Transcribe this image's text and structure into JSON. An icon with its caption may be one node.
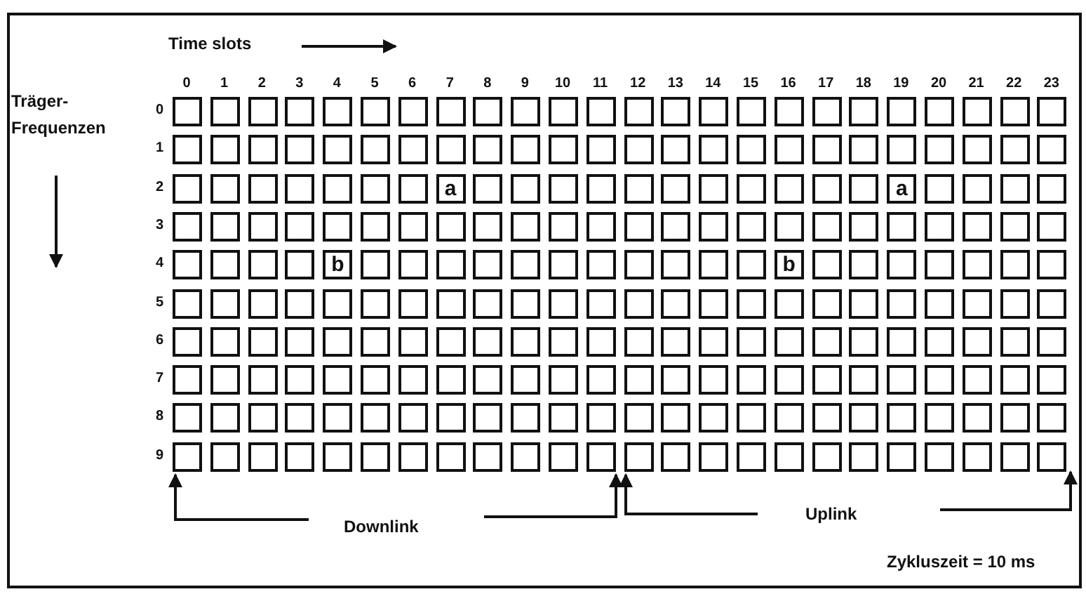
{
  "diagram": {
    "labels": [
      "Time slots",
      "0",
      "1",
      "2",
      "3",
      "4",
      "5",
      "6",
      "7",
      "8",
      "9",
      "10",
      "11",
      "12",
      "13",
      "14",
      "15",
      "16",
      "17",
      "18",
      "19",
      "20",
      "21",
      "22",
      "23",
      "Träger-Frequenzen",
      "0",
      "1",
      "2",
      "a",
      "a",
      "3",
      "4",
      "b",
      "b",
      "5",
      "6",
      "7",
      "8",
      "9",
      "Downlink",
      "Uplink",
      "Zykluszeit = 10 ms"
    ]
  }
}
